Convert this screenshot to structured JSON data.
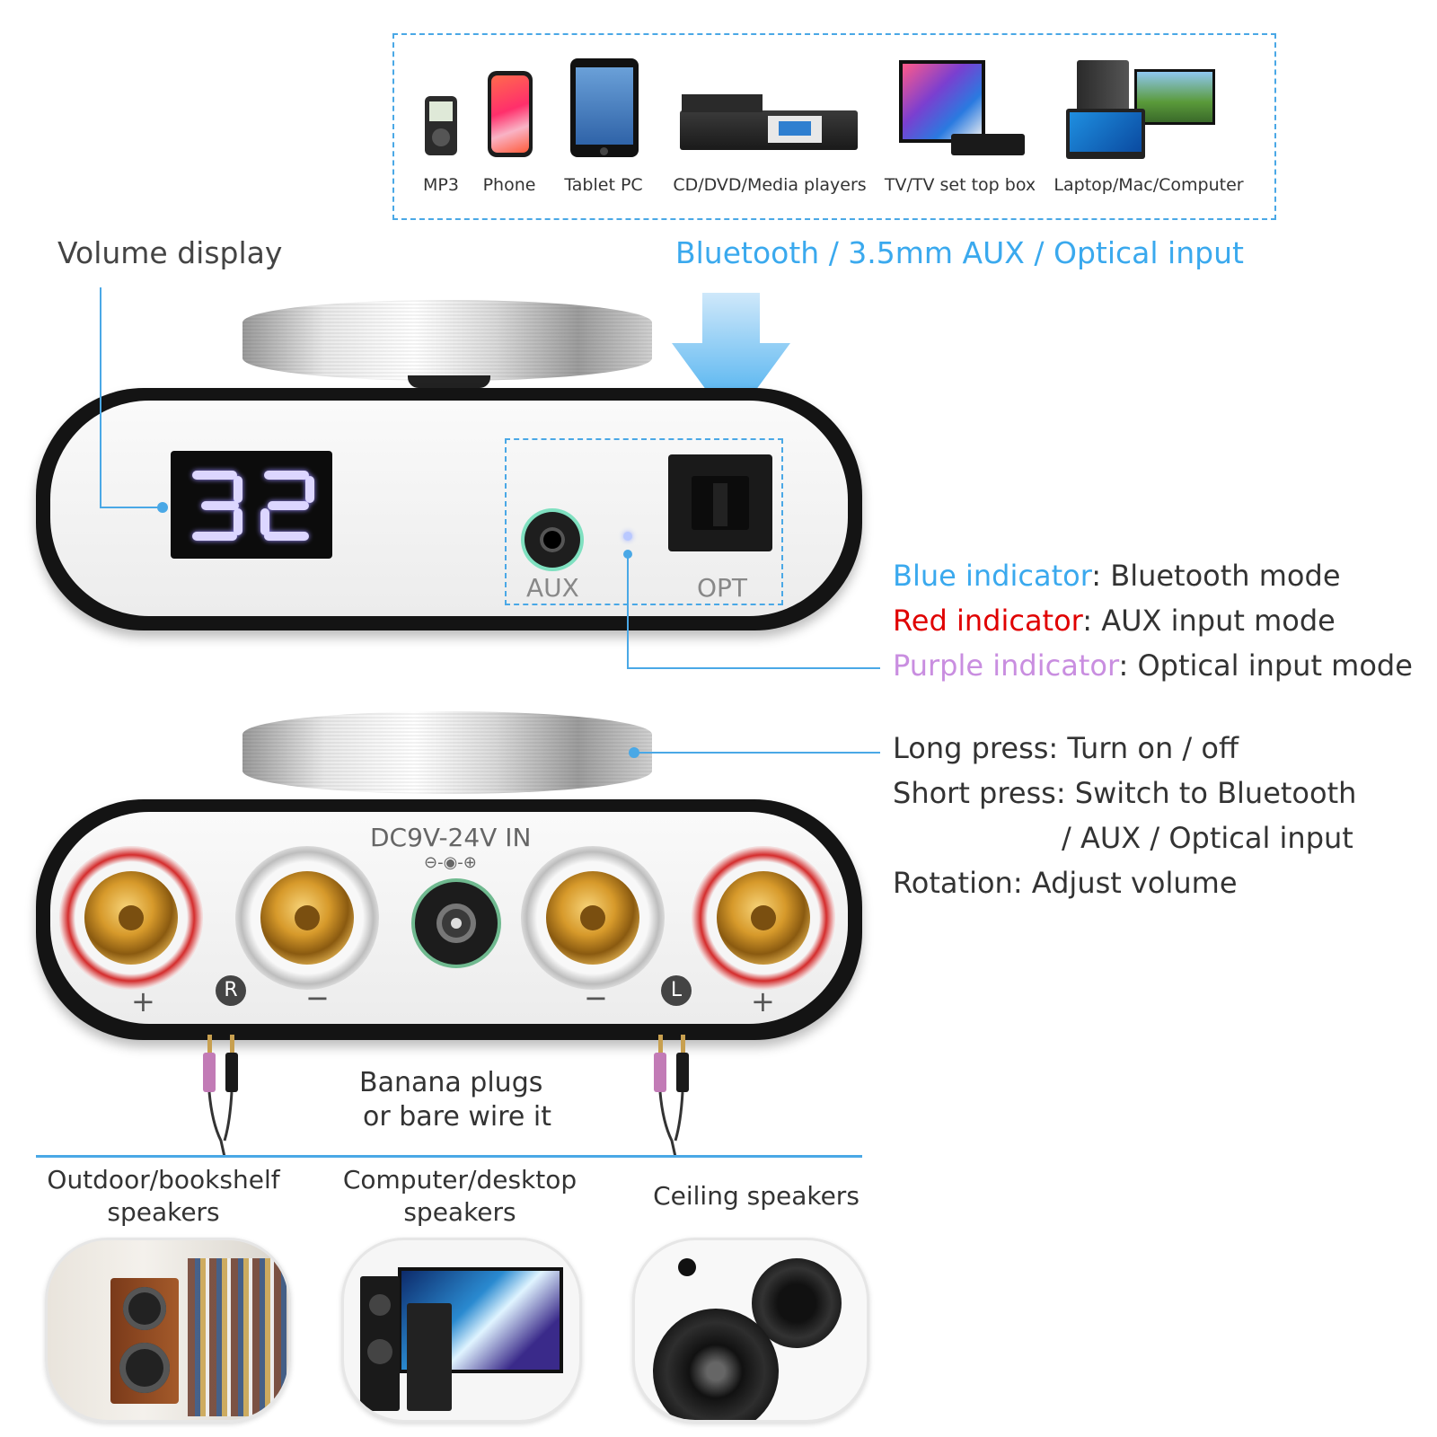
{
  "sources": {
    "items": [
      {
        "label": "MP3",
        "icon": "mp3-player-icon"
      },
      {
        "label": "Phone",
        "icon": "phone-icon"
      },
      {
        "label": "Tablet PC",
        "icon": "tablet-icon"
      },
      {
        "label": "CD/DVD/Media players",
        "icon": "media-player-icon"
      },
      {
        "label": "TV/TV set top box",
        "icon": "tv-icon"
      },
      {
        "label": "Laptop/Mac/Computer",
        "icon": "computer-icon"
      }
    ],
    "border_color": "#4aa8e6"
  },
  "input_heading": "Bluetooth / 3.5mm AUX / Optical input",
  "volume_display": {
    "label": "Volume display",
    "value": "32"
  },
  "ports": {
    "aux_label": "AUX",
    "opt_label": "OPT"
  },
  "indicators": {
    "blue": {
      "name": "Blue indicator",
      "desc": ": Bluetooth mode",
      "color": "#3aa9ee"
    },
    "red": {
      "name": "Red indicator",
      "desc": ": AUX input mode",
      "color": "#e00000"
    },
    "purple": {
      "name": "Purple indicator",
      "desc": ": Optical input mode",
      "color": "#c98ee0"
    }
  },
  "knob_functions": {
    "long_press": "Long press: Turn on / off",
    "short_press": "Short press: Switch to Bluetooth",
    "short_press_cont": "/ AUX / Optical input",
    "rotation": "Rotation: Adjust volume"
  },
  "rear_panel": {
    "power_label": "DC9V-24V IN",
    "plus": "+",
    "minus": "−",
    "right": "R",
    "left": "L"
  },
  "banana_note": {
    "line1": "Banana plugs",
    "line2": "or bare wire it"
  },
  "speaker_types": [
    {
      "line1": "Outdoor/bookshelf",
      "line2": "speakers"
    },
    {
      "line1": "Computer/desktop",
      "line2": "speakers"
    },
    {
      "line1": "Ceiling speakers",
      "line2": ""
    }
  ],
  "accent_color": "#4aa8e6"
}
